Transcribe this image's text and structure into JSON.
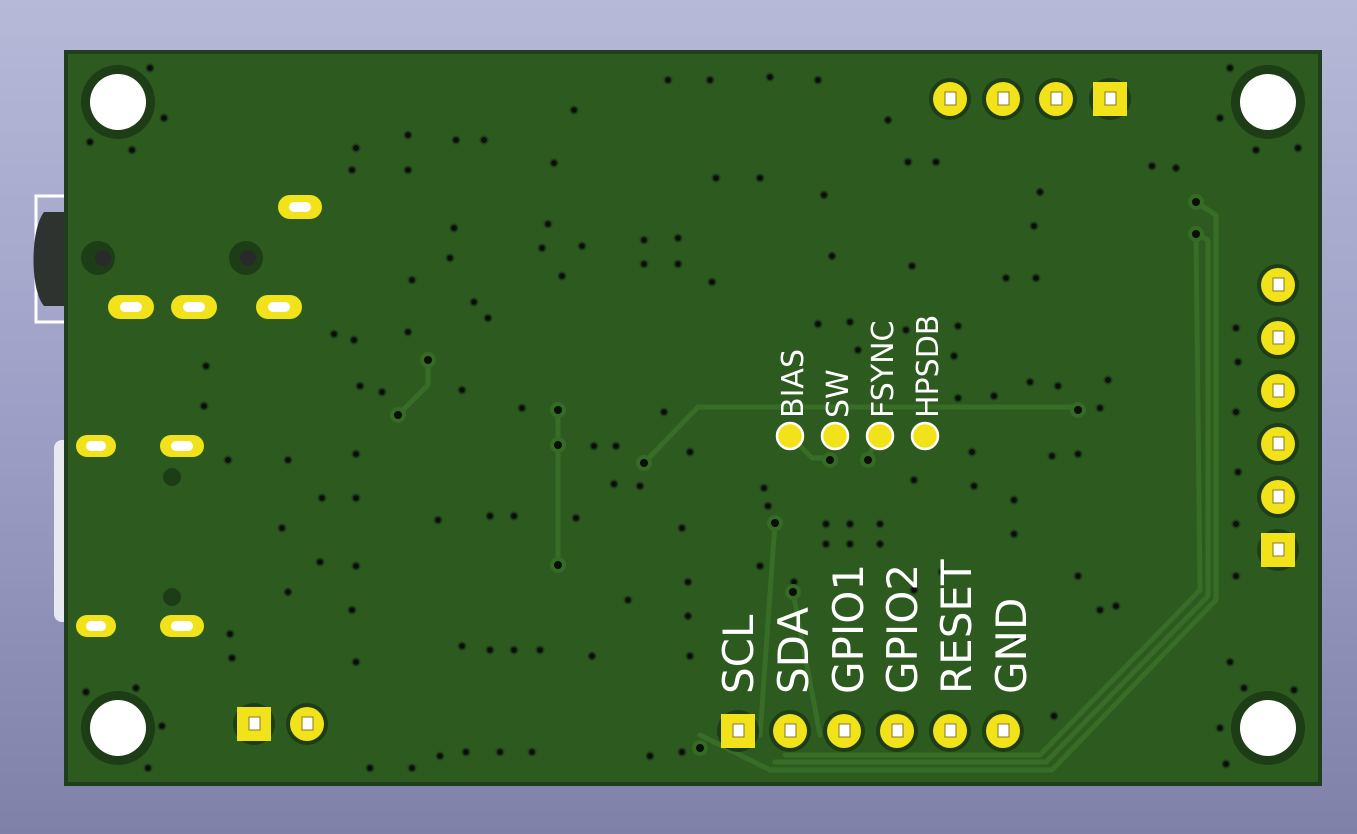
{
  "viewer": {
    "kind": "3D PCB viewer - bottom side view"
  },
  "colors": {
    "background_top": "#b7b9d8",
    "background_bottom": "#7f81a8",
    "board": "#2d5a1e",
    "board_edge": "#1e4a2a",
    "copper_trace": "#356b24",
    "pad_gold": "#f2e21a",
    "silkscreen": "#ffffff",
    "via": "#0b0f07"
  },
  "pcb": {
    "labels": {
      "top_row": [
        "BIAS",
        "SW",
        "FSYNC",
        "HPSDB"
      ],
      "bottom_row": [
        "SCL",
        "SDA",
        "GPIO1",
        "GPIO2",
        "RESET",
        "GND"
      ]
    },
    "headers": {
      "top_right_pins": 4,
      "right_side_pins": 6,
      "bottom_row_pins": 6,
      "bottom_left_pins": 2
    },
    "mounting_holes": 4
  }
}
